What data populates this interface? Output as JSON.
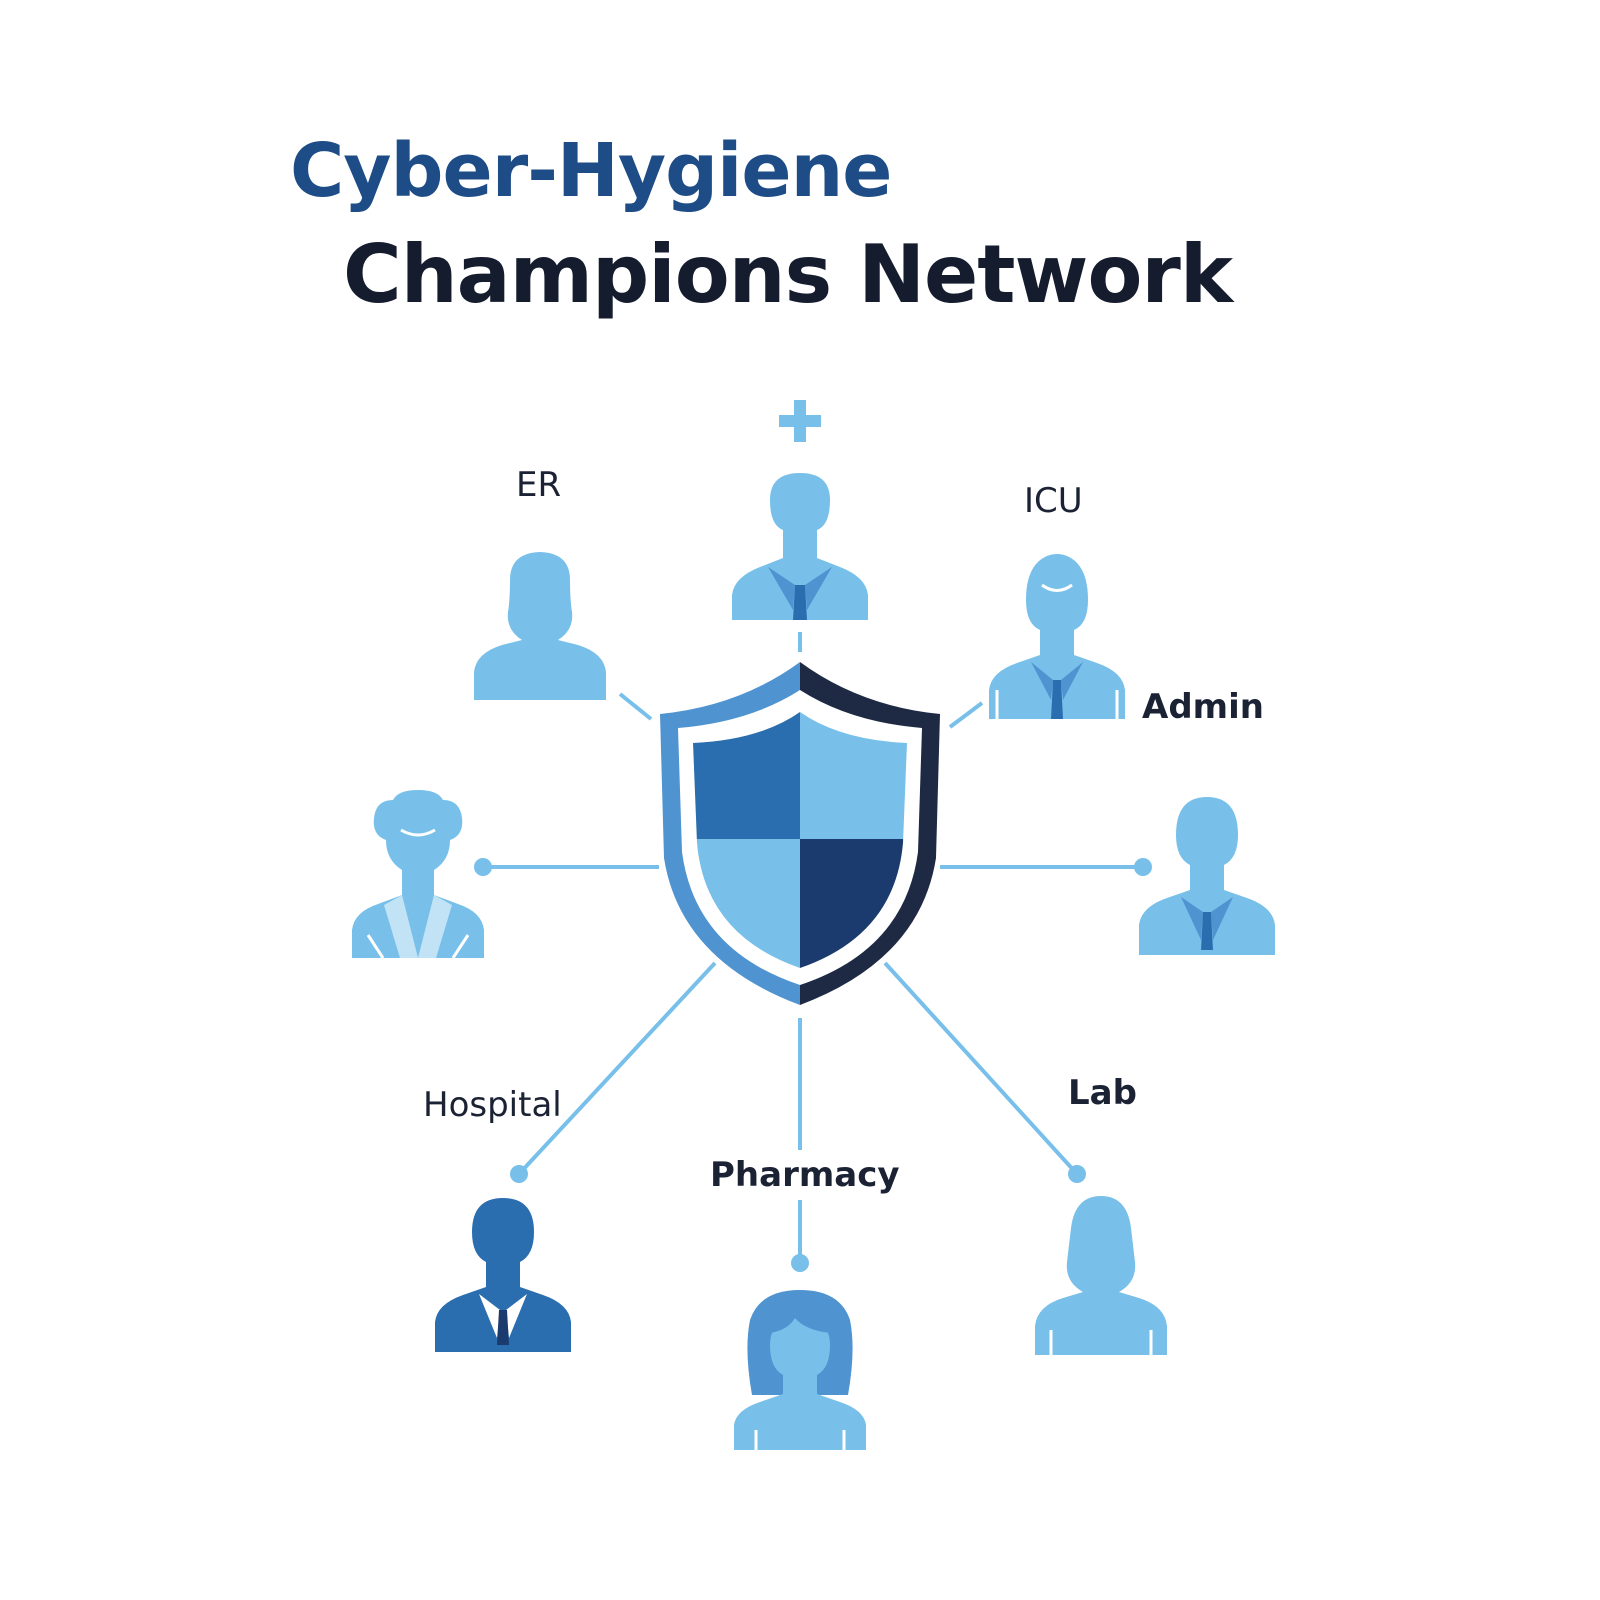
{
  "title": {
    "line1": "Cyber-Hygiene",
    "line2": "Champions Network"
  },
  "labels": {
    "er": "ER",
    "icu": "ICU",
    "admin": "Admin",
    "hospital": "Hospital",
    "pharmacy": "Pharmacy",
    "lab": "Lab"
  },
  "center": {
    "icon": "shield-icon"
  },
  "champions": [
    {
      "icon": "person-icon",
      "style": "male-tie"
    },
    {
      "icon": "person-icon",
      "style": "female"
    },
    {
      "icon": "person-icon",
      "style": "male-suit"
    },
    {
      "icon": "person-icon",
      "style": "female-hair-bun"
    },
    {
      "icon": "person-icon",
      "style": "male-suit"
    },
    {
      "icon": "person-icon",
      "style": "male-suit-dark"
    },
    {
      "icon": "person-icon",
      "style": "female-long-hair"
    },
    {
      "icon": "person-icon",
      "style": "female"
    }
  ],
  "decoration": {
    "icon": "medical-cross-icon"
  },
  "colors": {
    "title_blue": "#1d4c86",
    "title_dark": "#141c2e",
    "light_blue": "#78c0ea",
    "mid_blue": "#2b6eaf",
    "dark_navy": "#1b3b6f",
    "shield_edge": "#1e2a44",
    "text": "#1b2234"
  }
}
